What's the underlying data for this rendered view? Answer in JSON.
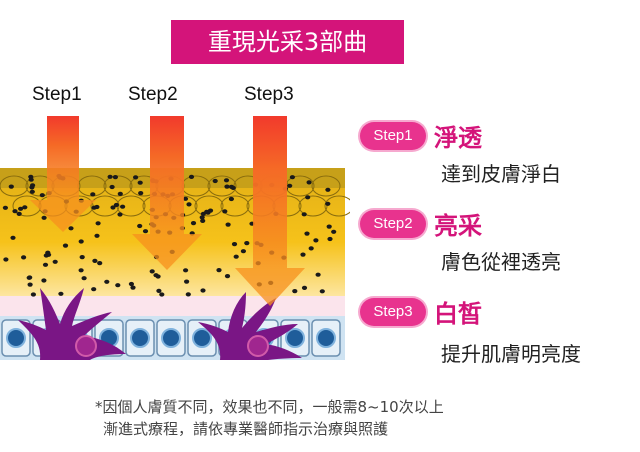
{
  "title": "重現光采3部曲",
  "step_labels": [
    "Step1",
    "Step2",
    "Step3"
  ],
  "steps": [
    {
      "badge": "Step1",
      "title": "淨透",
      "desc": "達到皮膚淨白"
    },
    {
      "badge": "Step2",
      "title": "亮采",
      "desc": "膚色從裡透亮"
    },
    {
      "badge": "Step3",
      "title": "白皙",
      "desc": "提升肌膚明亮度"
    }
  ],
  "note": {
    "line1": "*因個人膚質不同，效果也不同，一般需8~10次以上",
    "line2": "漸進式療程，請依專業醫師指示治療與照護"
  },
  "colors": {
    "brand_pink": "#d4147a",
    "pill_pink": "#e8338e",
    "arrow_red": "#f23a2c",
    "arrow_orange": "#f7901e",
    "skin_yellow": "#f6c21a",
    "melanocyte_purple": "#7a1685",
    "cell_blue": "#2e7fc4"
  }
}
